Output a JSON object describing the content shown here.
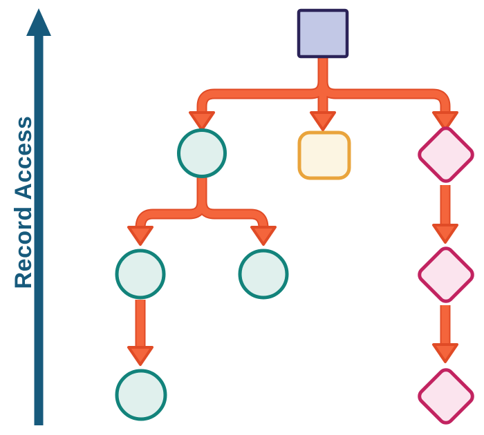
{
  "figure": {
    "title": "Tree traversal diagram with vertical Record Access axis",
    "axis": {
      "label": "Record Access",
      "direction": "up"
    },
    "colors": {
      "background": "#FFFFFF",
      "axis": "#175A7C",
      "arrow_fill": "#F4653C",
      "arrow_outline": "#E04B26",
      "square_fill": "#C2C8E6",
      "square_border": "#2B2358",
      "circle_fill": "#E0F0ED",
      "circle_border": "#12837B",
      "rounded_square_fill": "#FCF5E2",
      "rounded_square_border": "#E9A43C",
      "diamond_fill": "#FBE4EE",
      "diamond_border": "#C22360"
    },
    "nodes": [
      {
        "id": "root",
        "shape": "square",
        "level": 1,
        "parent": null
      },
      {
        "id": "circle-1",
        "shape": "circle",
        "level": 2,
        "parent": "root"
      },
      {
        "id": "rounded-square-1",
        "shape": "rounded-square",
        "level": 2,
        "parent": "root"
      },
      {
        "id": "diamond-1",
        "shape": "diamond",
        "level": 2,
        "parent": "root"
      },
      {
        "id": "circle-2a",
        "shape": "circle",
        "level": 3,
        "parent": "circle-1"
      },
      {
        "id": "circle-2b",
        "shape": "circle",
        "level": 3,
        "parent": "circle-1"
      },
      {
        "id": "diamond-2",
        "shape": "diamond",
        "level": 3,
        "parent": "diamond-1"
      },
      {
        "id": "circle-3",
        "shape": "circle",
        "level": 4,
        "parent": "circle-2a"
      },
      {
        "id": "diamond-3",
        "shape": "diamond",
        "level": 4,
        "parent": "diamond-2"
      }
    ]
  }
}
